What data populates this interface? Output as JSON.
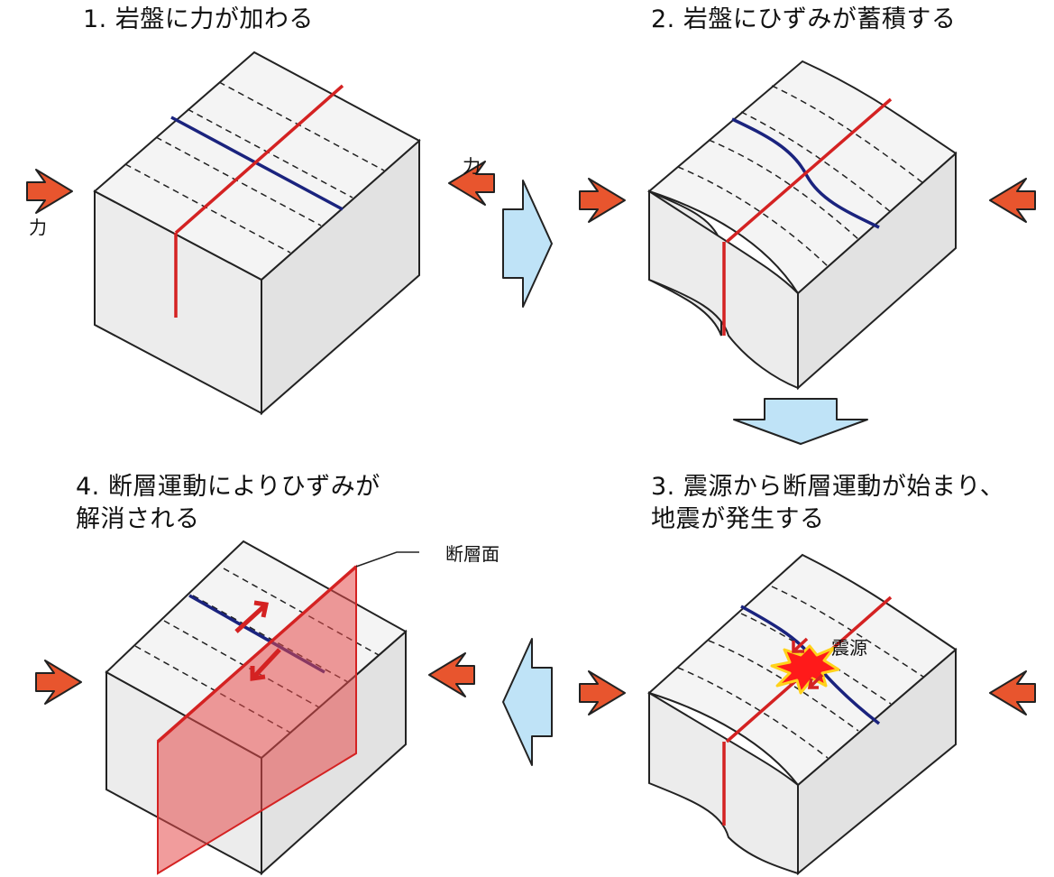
{
  "steps": [
    {
      "title": "1. 岩盤に力が加わる"
    },
    {
      "title": "2. 岩盤にひずみが蓄積する"
    },
    {
      "title": "3. 震源から断層運動が始まり、\n地震が発生する"
    },
    {
      "title": "4. 断層運動によりひずみが\n解消される"
    }
  ],
  "labels": {
    "force_left": "力",
    "force_right": "力",
    "fault_plane": "断層面",
    "hypocenter": "震源"
  },
  "colors": {
    "block_top": "#f2f2f2",
    "block_front": "#e8e8e8",
    "block_side": "#e0e0e0",
    "fault_line": "#d42222",
    "marker_line": "#1a237e",
    "force_arrow": "#e8552e",
    "flow_arrow": "#bfe3f7",
    "fault_plane": "#e64a4a"
  }
}
